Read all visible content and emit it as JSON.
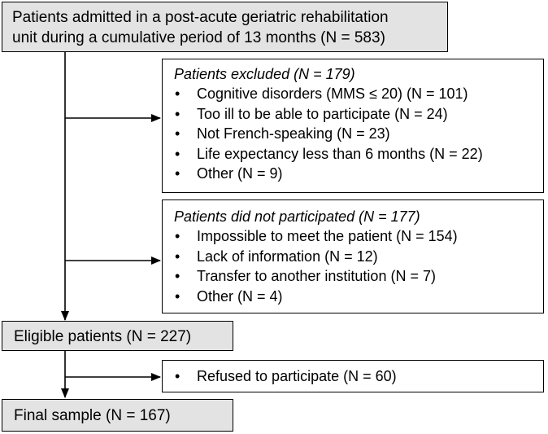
{
  "flowchart": {
    "admitted": {
      "line1": "Patients admitted in a post-acute geriatric rehabilitation",
      "line2": "unit during a cumulative period of 13 months (N = 583)"
    },
    "excluded": {
      "title": "Patients excluded (N = 179)",
      "items": [
        "Cognitive disorders (MMS ≤ 20) (N = 101)",
        "Too ill to be able to participate (N = 24)",
        "Not French-speaking (N = 23)",
        "Life expectancy less than 6 months (N = 22)",
        "Other (N = 9)"
      ]
    },
    "not_participated": {
      "title": "Patients did not participated (N = 177)",
      "items": [
        "Impossible to meet the patient (N = 154)",
        "Lack of information (N = 12)",
        "Transfer to another institution (N = 7)",
        "Other (N = 4)"
      ]
    },
    "eligible": {
      "label": "Eligible patients (N = 227)"
    },
    "refused": {
      "items": [
        "Refused to participate (N = 60)"
      ]
    },
    "final": {
      "label": "Final sample (N = 167)"
    }
  }
}
